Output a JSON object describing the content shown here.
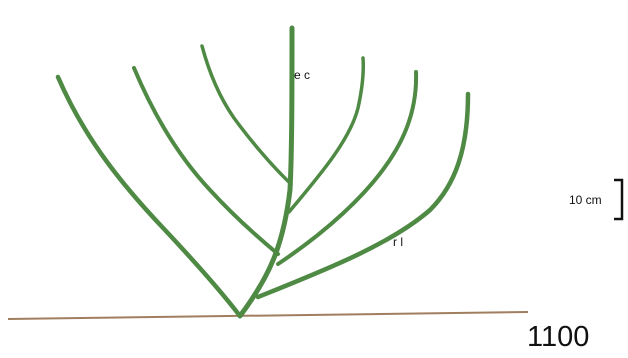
{
  "labels": {
    "apex": "e c",
    "lateral": "r l",
    "scale": "10 cm",
    "plant_number": "1100"
  },
  "colors": {
    "branch": "#4f8a44",
    "ground": "#a07e5f",
    "text": "#111111",
    "background": "#ffffff"
  }
}
